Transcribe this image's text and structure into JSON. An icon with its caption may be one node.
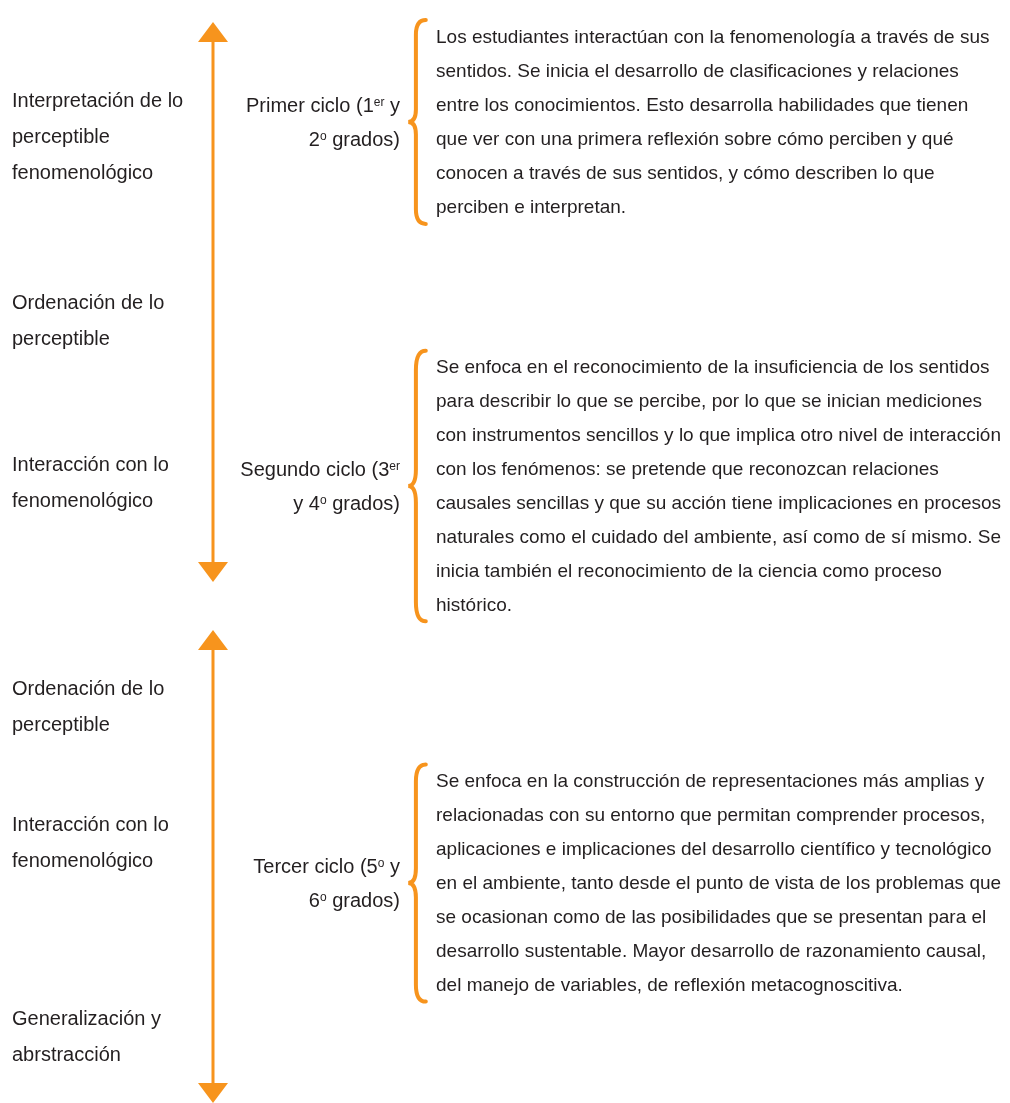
{
  "diagram": {
    "labels": [
      "Interpretación de lo perceptible fenomenológico",
      "Ordenación de lo perceptible",
      "Interacción con lo fenomenológico",
      "Ordenación de lo perceptible",
      "Interacción con lo fenomenológico",
      "Generalización y abrstracción",
      "Primer ciclo (1$^{er}$ y 2$^{o}$ grados)",
      "Los estudiantes interactúan con la fenomenología a través de sus sentidos. Se inicia el desarrollo de clasificaciones y relaciones entre los conocimientos. Esto desarrolla habilidades que tienen que ver con una primera reflexión sobre cómo perciben y qué conocen a través de sus sentidos, y cómo describen lo que perciben e interpretan.",
      "Segundo ciclo (3$^{er}$ y 4$^{o}$ grados)",
      "Se enfoca en el reconocimiento de la insuficiencia de los sentidos para describir lo que se percibe, por lo que se inician mediciones con instrumentos sencillos y lo que implica otro nivel de interacción con los fenómenos: se pretende que reconozcan relaciones causales sencillas y que su acción tiene implicaciones en procesos naturales como el cuidado del ambiente, así como de sí mismo. Se inicia también el reconocimiento de la ciencia como proceso histórico.",
      "Tercer ciclo (5$^{o}$ y 6$^{o}$ grados)",
      "Se enfoca en la construcción de representaciones más amplias y relacionadas con su entorno que permitan comprender procesos, aplicaciones e implicaciones del desarrollo científico y tecnológico en el ambiente, tanto desde el punto de vista de los problemas que se ocasionan como de las posibilidades que se presentan para el desarrollo sustentable.  Mayor desarrollo de razonamiento causal, del manejo de variables, de reflexión metacognoscitiva."
    ]
  }
}
